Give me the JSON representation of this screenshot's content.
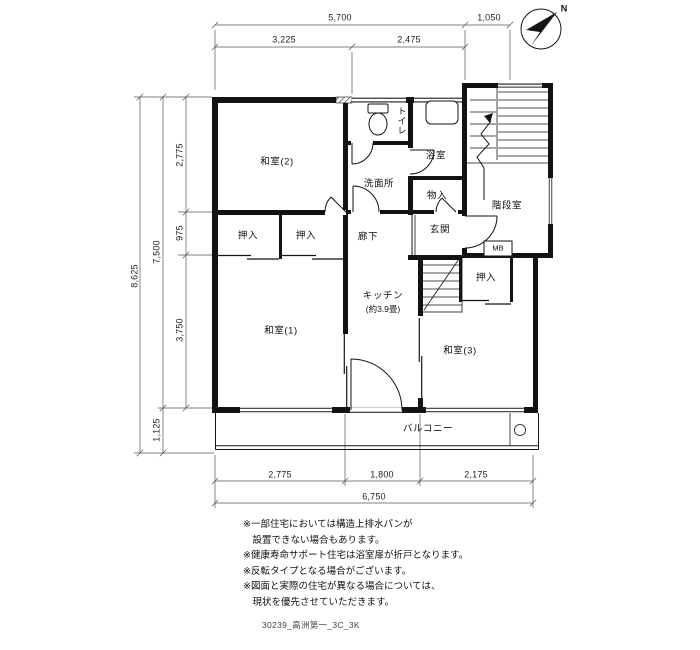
{
  "compass": {
    "north_label": "N"
  },
  "floor_plan": {
    "rooms": {
      "washitsu2": "和室(2)",
      "washitsu1": "和室(1)",
      "washitsu3": "和室(3)",
      "toilet": "トイレ",
      "bath": "浴室",
      "washroom": "洗面所",
      "storage": "物入",
      "genkan": "玄関",
      "corridor": "廊下",
      "closet": "押入",
      "stairwell": "階段室",
      "meter_box": "MB",
      "kitchen_name": "キッチン",
      "kitchen_size": "(約3.9畳)",
      "balcony": "バルコニー"
    },
    "dimensions": {
      "top_total": "5,700",
      "top_right": "1,050",
      "top_seg1": "3,225",
      "top_seg2": "2,475",
      "left_total": "8,625",
      "left_main": "7,500",
      "left_seg1": "2,775",
      "left_seg2": "975",
      "left_seg3": "3,750",
      "left_seg4": "1,125",
      "bottom_seg1": "2,775",
      "bottom_seg2": "1,800",
      "bottom_seg3": "2,175",
      "bottom_total": "6,750"
    }
  },
  "notes": [
    "※一部住宅においては構造上排水パンが",
    "　設置できない場合もあります。",
    "※健康寿命サポート住宅は浴室扉が折戸となります。",
    "※反転タイプとなる場合がございます。",
    "※図面と実際の住宅が異なる場合については、",
    "　現状を優先させていただきます。"
  ],
  "footer": {
    "drawing_code": "30239_高洲第一_3C_3K"
  }
}
